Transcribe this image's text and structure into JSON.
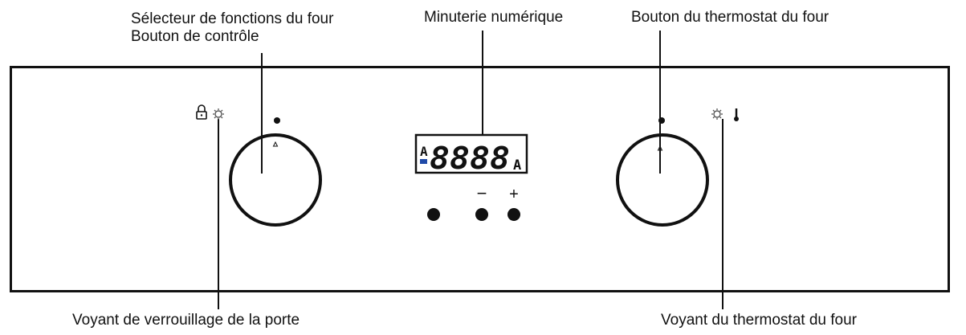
{
  "labels": {
    "function_selector_line1": "Sélecteur de fonctions du four",
    "function_selector_line2": "Bouton de contrôle",
    "digital_timer": "Minuterie numérique",
    "thermostat_knob": "Bouton du thermostat du four",
    "door_lock_light": "Voyant de verrouillage de la porte",
    "thermostat_light": "Voyant du thermostat du four"
  },
  "display": {
    "prefix": "A",
    "digits": "8888",
    "suffix": "A"
  },
  "buttons": {
    "minus": "−",
    "plus": "+"
  },
  "icons": {
    "lock": "lock-icon",
    "light": "light-icon",
    "thermometer": "thermometer-icon"
  }
}
